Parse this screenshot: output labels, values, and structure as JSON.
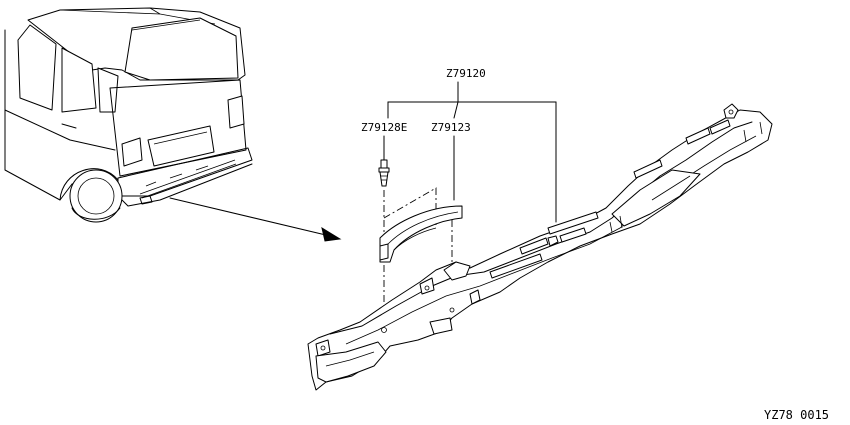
{
  "labels": {
    "main_part": "Z79120",
    "clip": "Z79128E",
    "cover": "Z79123"
  },
  "figure_code": "YZ78 0015"
}
